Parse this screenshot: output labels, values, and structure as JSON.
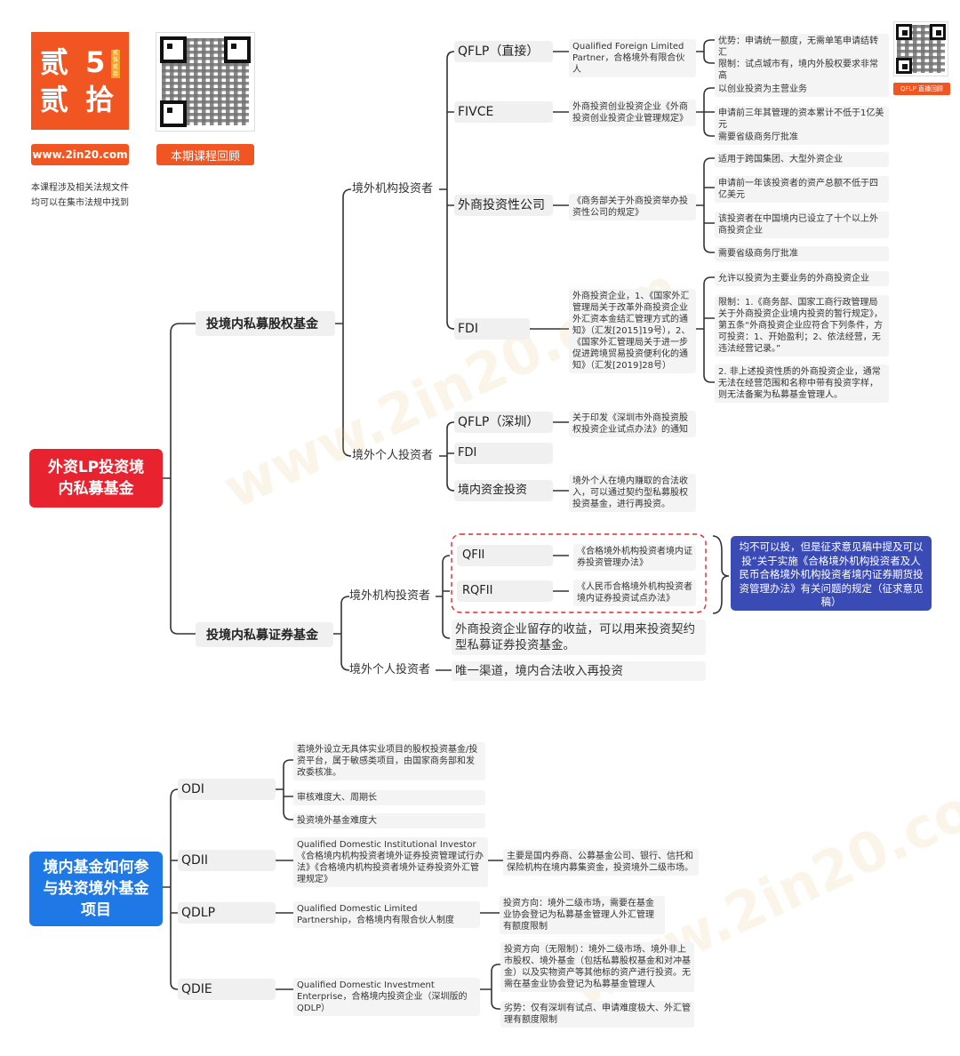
{
  "brand": {
    "logo_line1": "贰 5",
    "logo_line2": "贰 拾",
    "logo_side": "贰伍贰拾",
    "website": "www.2in20.com",
    "review_button": "本期课程回顾",
    "note_line1": "本课程涉及相关法规文件",
    "note_line2": "均可以在集市法规中找到",
    "qflp_badge": "QFLP 直播回顾",
    "watermark": "www.2in20.com",
    "accent_color": "#f05522"
  },
  "roots": {
    "foreign": {
      "label": "外资LP投资境内私募基金",
      "color": "#e8232f"
    },
    "domestic": {
      "label": "境内基金如何参与投资境外基金项目",
      "color": "#1e78e6"
    }
  },
  "upper": {
    "equity_fund": "投境内私募股权基金",
    "securities_fund": "投境内私募证券基金",
    "foreign_institution": "境外机构投资者",
    "foreign_individual": "境外个人投资者",
    "qflp_direct": {
      "label": "QFLP（直接）",
      "desc": "Qualified Foreign Limited Partner，合格境外有限合伙人",
      "pro": "优势：申请统一额度，无需单笔申请结转汇",
      "con": "限制：试点城市有，境内外股权要求非常高"
    },
    "fivce": {
      "label": "FIVCE",
      "desc": "外商投资创业投资企业《外商投资创业投资企业管理规定》",
      "items": [
        "以创业投资为主营业务",
        "申请前三年其管理的资本累计不低于1亿美元",
        "需要省级商务厅批准"
      ]
    },
    "holding": {
      "label": "外商投资性公司",
      "desc": "《商务部关于外商投资举办投资性公司的规定》",
      "items": [
        "适用于跨国集团、大型外资企业",
        "申请前一年该投资者的资产总额不低于四亿美元",
        "该投资者在中国境内已设立了十个以上外商投资企业",
        "需要省级商务厅批准"
      ]
    },
    "fdi": {
      "label": "FDI",
      "desc": "外商投资企业，1、《国家外汇管理局关于改革外商投资企业外汇资本金结汇管理方式的通知》（汇发[2015]19号），2、《国家外汇管理局关于进一步促进跨境贸易投资便利化的通知》（汇发[2019]28号）",
      "allow": "允许以投资为主要业务的外商投资企业",
      "limit1": "限制：1.《商务部、国家工商行政管理局关于外商投资企业境内投资的暂行规定》，第五条“外商投资企业应符合下列条件，方可投资：1、开始盈利；2、依法经营，无违法经营记录。”",
      "limit2": "2. 非上述投资性质的外商投资企业，通常无法在经营范围和名称中带有投资字样，则无法备案为私募基金管理人。"
    },
    "qflp_sz": {
      "label": "QFLP（深圳）",
      "desc": "关于印发《深圳市外商投资股权投资企业试点办法》的通知"
    },
    "fdi_individual": "FDI",
    "domestic_capital": {
      "label": "境内资金投资",
      "desc": "境外个人在境内赚取的合法收入，可以通过契约型私募股权投资基金，进行再投资。"
    },
    "qfii": {
      "label": "QFII",
      "desc": "《合格境外机构投资者境内证券投资管理办法》"
    },
    "rqfii": {
      "label": "RQFII",
      "desc": "《人民币合格境外机构投资者境内证券投资试点办法》"
    },
    "callout": "均不可以投，但是征求意见稿中提及可以投“关于实施《合格境外机构投资者及人民币合格境外机构投资者境内证券期货投资管理办法》有关问题的规定（征求意见稿）",
    "fie_income": "外商投资企业留存的收益，可以用来投资契约型私募证券投资基金。",
    "individual_only": "唯一渠道，境内合法收入再投资"
  },
  "lower": {
    "odi": {
      "label": "ODI",
      "items": [
        "若境外设立无具体实业项目的股权投资基金/投资平台，属于敏感类项目，由国家商务部和发改委核准。",
        "审核难度大、周期长",
        "投资境外基金难度大"
      ]
    },
    "qdii": {
      "label": "QDII",
      "desc": "Qualified Domestic Institutional Investor《合格境内机构投资者境外证券投资管理试行办法》《合格境内机构投资者境外证券投资外汇管理规定》",
      "detail": "主要是国内券商、公募基金公司、银行、信托和保险机构在境内募集资金，投资境外二级市场。"
    },
    "qdlp": {
      "label": "QDLP",
      "desc": "Qualified Domestic Limited Partnership，合格境内有限合伙人制度",
      "detail": "投资方向：境外二级市场，需要在基金业协会登记为私募基金管理人外汇管理有额度限制"
    },
    "qdie": {
      "label": "QDIE",
      "desc": "Qualified Domestic Investment Enterprise，合格境内投资企业（深圳版的QDLP）",
      "detail1": "投资方向（无限制）：境外二级市场、境外非上市股权、境外基金（包括私募股权基金和对冲基金）以及实物资产等其他标的资产进行投资。无需在基金业协会登记为私募基金管理人",
      "detail2": "劣势：仅有深圳有试点、申请难度极大、外汇管理有额度限制"
    }
  }
}
